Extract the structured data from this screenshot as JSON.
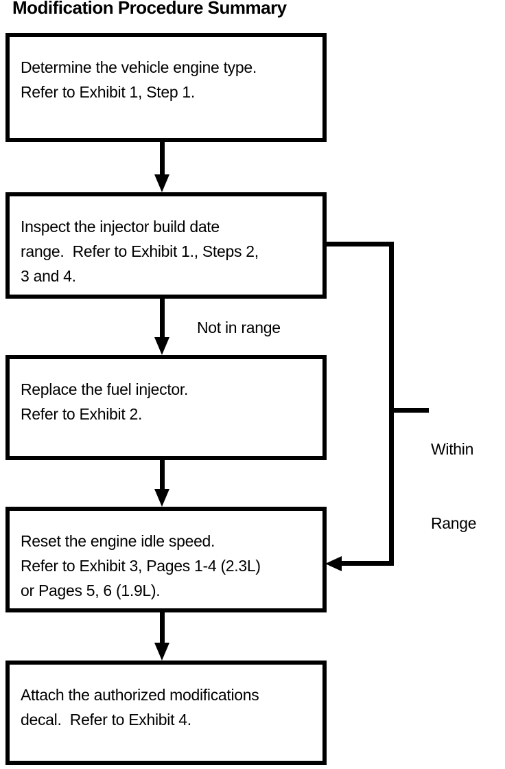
{
  "page": {
    "background": "#ffffff",
    "ink": "#000000"
  },
  "title": "Modification Procedure Summary",
  "flowchart": {
    "type": "flowchart",
    "boxes": [
      {
        "name": "determine-engine-type",
        "lines": [
          "Determine the vehicle engine type.",
          "Refer to Exhibit 1, Step 1."
        ]
      },
      {
        "name": "inspect-injector-build-date",
        "lines": [
          "Inspect the injector build date",
          "range.  Refer to Exhibit 1., Steps 2,",
          "3 and 4."
        ]
      },
      {
        "name": "replace-fuel-injector",
        "lines": [
          "Replace the fuel injector.",
          "Refer to Exhibit 2."
        ]
      },
      {
        "name": "reset-engine-idle-speed",
        "lines": [
          "Reset the engine idle speed.",
          "Refer to Exhibit 3, Pages 1-4 (2.3L)",
          "or Pages 5, 6 (1.9L)."
        ]
      },
      {
        "name": "attach-authorized-decal",
        "lines": [
          "Attach the authorized modifications",
          "decal.  Refer to Exhibit 4."
        ]
      }
    ],
    "labels": {
      "not_in_range": "Not in range",
      "within_range": [
        "Within",
        "Range"
      ]
    }
  }
}
